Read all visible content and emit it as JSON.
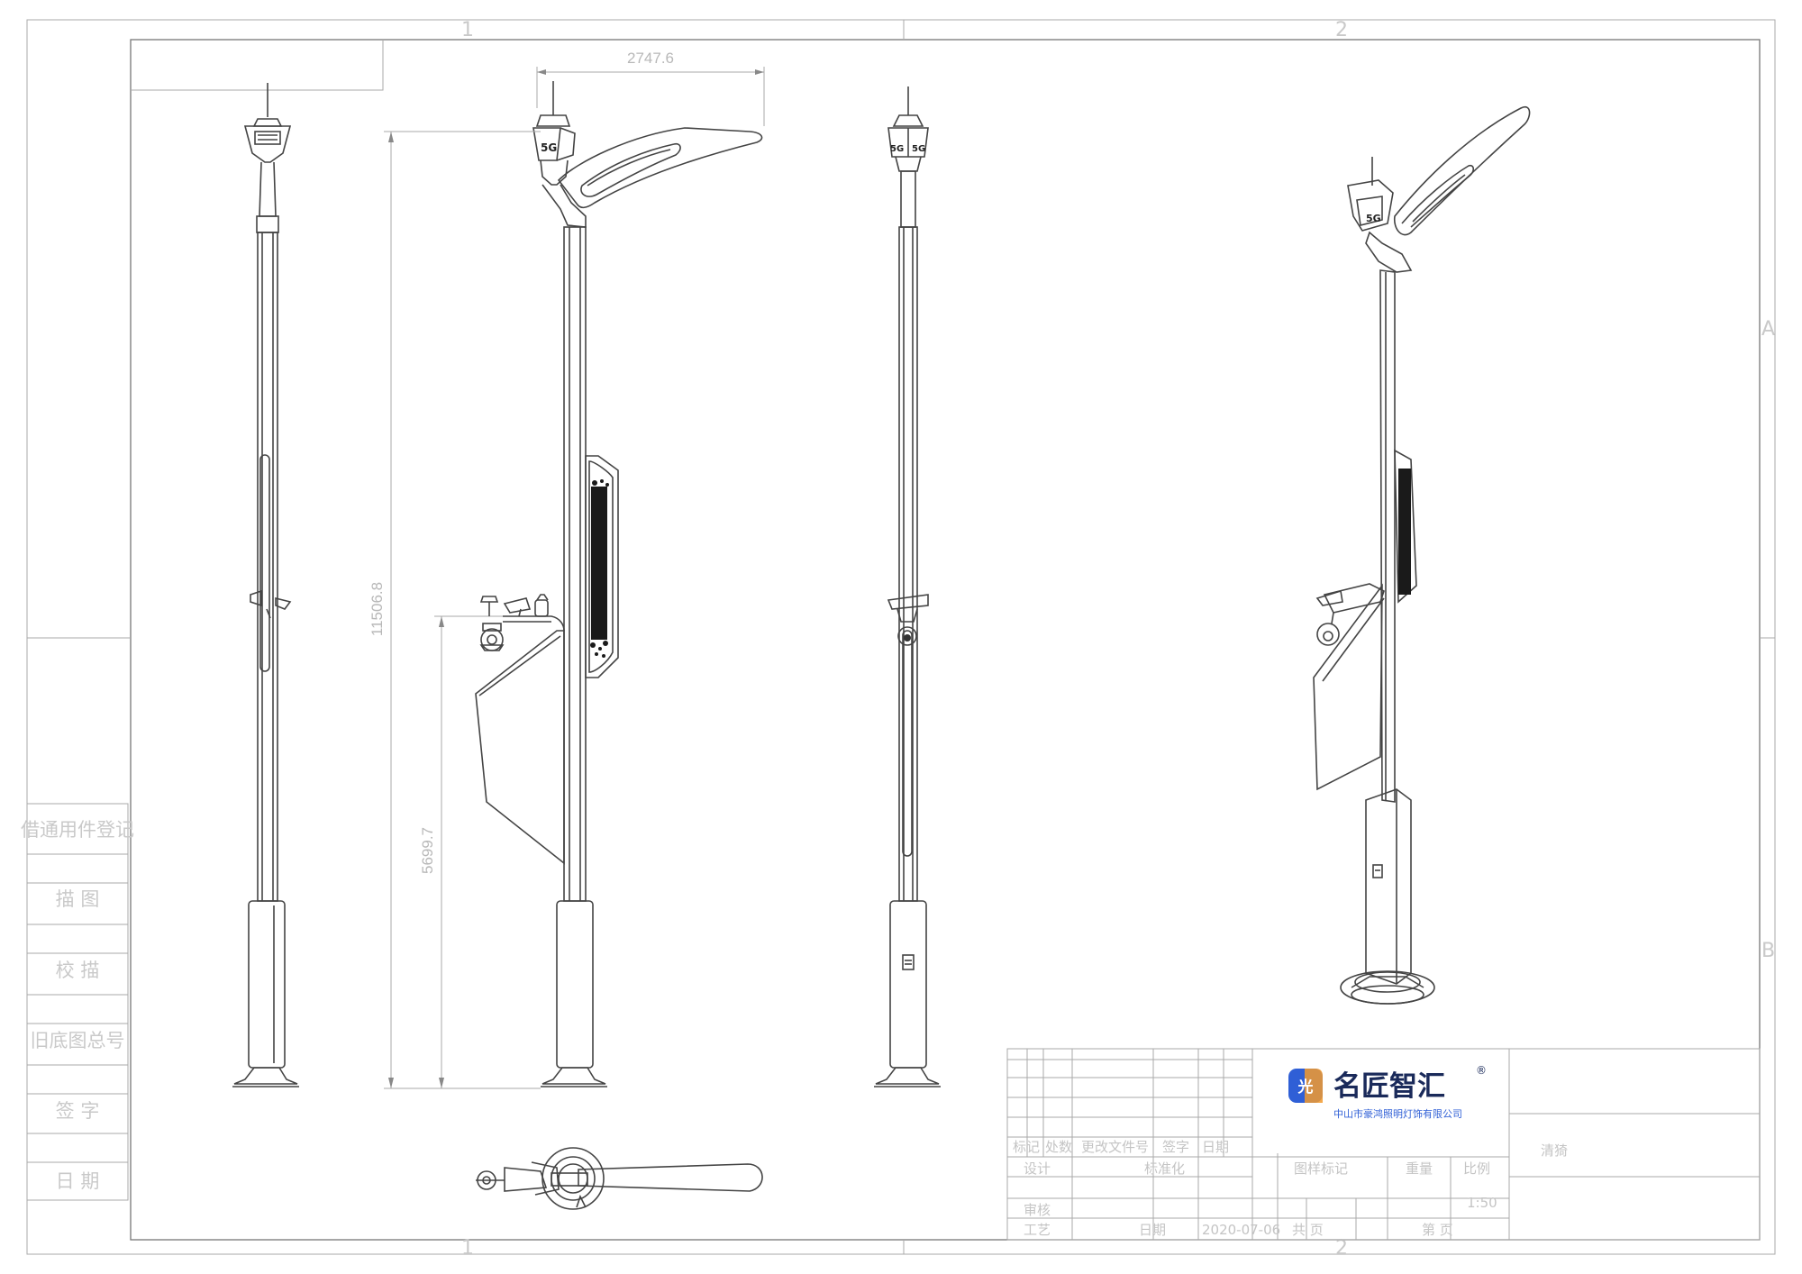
{
  "zone_numbers": [
    "1",
    "2"
  ],
  "zone_letters": [
    "A",
    "B"
  ],
  "dimensions": {
    "top_width": "2747.6",
    "total_height": "11506.8",
    "arm_height": "5699.7"
  },
  "side_labels": [
    "借通用件登记",
    "描 图",
    "校 描",
    "旧底图总号",
    "签 字",
    "日 期"
  ],
  "title_block": {
    "logo_glyph": "光",
    "brand_name": "名匠智汇",
    "registered_mark": "®",
    "company_name": "中山市豪鸿照明灯饰有限公司",
    "drawing_title": "清猗",
    "header_cells": [
      "标记",
      "处数",
      "更改文件号",
      "签字",
      "日期"
    ],
    "row_design": "设计",
    "row_standard": "标准化",
    "row_review": "审核",
    "row_process": "工艺",
    "date_label": "日期",
    "date_value": "2020-07-06",
    "stage_mark": "图样标记",
    "weight": "重量",
    "scale_label": "比例",
    "scale_value": "1:50",
    "total_pages": "共 页",
    "page_no": "第 页"
  },
  "module_labels": [
    "5G"
  ],
  "colors": {
    "logo_blue": "#2f5fd6",
    "logo_orange": "#f29a2e",
    "brand_text": "#1a2a5a"
  }
}
